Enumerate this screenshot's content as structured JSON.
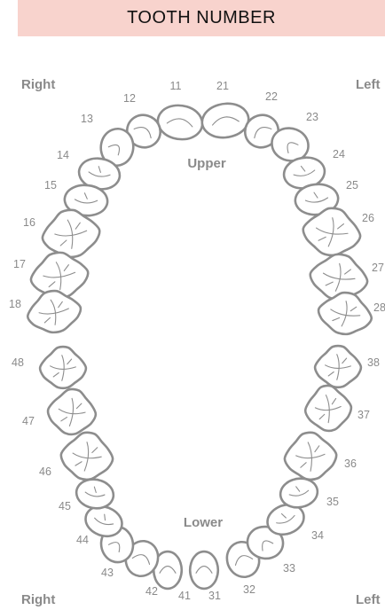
{
  "title": "TOOTH NUMBER",
  "labels": {
    "right_top": "Right",
    "left_top": "Left",
    "right_bottom": "Right",
    "left_bottom": "Left",
    "upper": "Upper",
    "lower": "Lower"
  },
  "colors": {
    "banner": "#f8d3cd",
    "outline": "#8d8d8d",
    "label_text": "#8a8a8a"
  },
  "teeth": {
    "upper_right": [
      "11",
      "12",
      "13",
      "14",
      "15",
      "16",
      "17",
      "18"
    ],
    "upper_left": [
      "21",
      "22",
      "23",
      "24",
      "25",
      "26",
      "27",
      "28"
    ],
    "lower_left": [
      "31",
      "32",
      "33",
      "34",
      "35",
      "36",
      "37",
      "38"
    ],
    "lower_right": [
      "41",
      "42",
      "43",
      "44",
      "45",
      "46",
      "47",
      "48"
    ]
  }
}
